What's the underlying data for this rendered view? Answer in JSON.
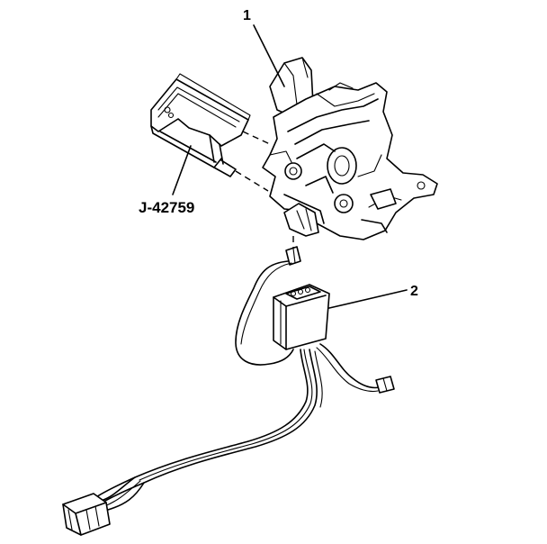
{
  "labels": {
    "callout_1": "1",
    "callout_2": "2",
    "tool": "J-42759"
  }
}
